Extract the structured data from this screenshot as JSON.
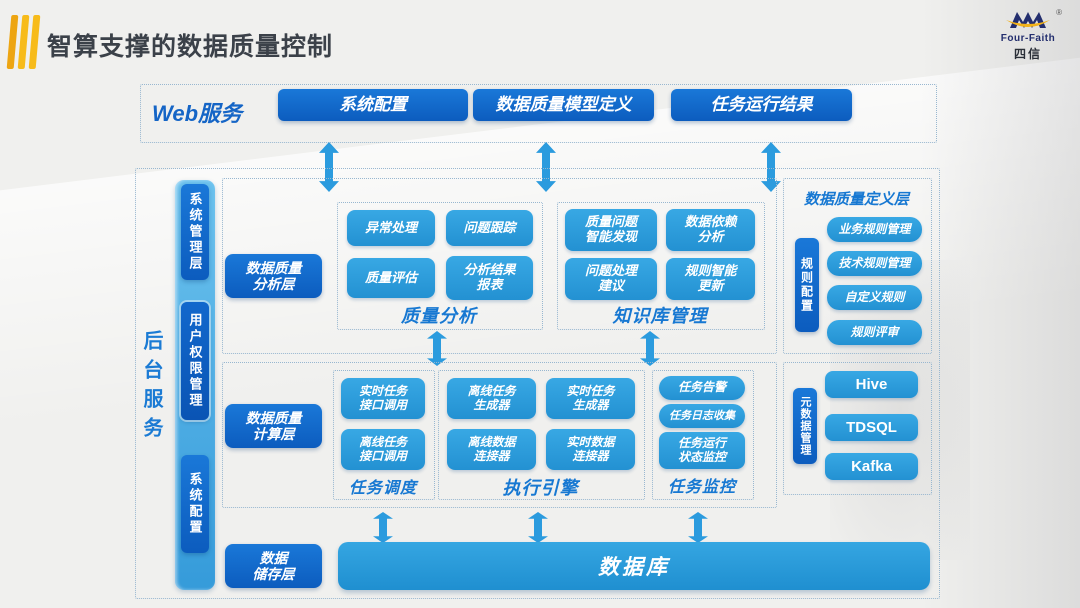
{
  "title": "智算支撑的数据质量控制",
  "logo": {
    "reg": "®",
    "brand_en": "Four-Faith",
    "brand_cn": "四信"
  },
  "web": {
    "label": "Web服务",
    "buttons": [
      "系统配置",
      "数据质量模型定义",
      "任务运行结果"
    ]
  },
  "backend": {
    "label": "后台服务",
    "sidebar_items": [
      "系统管理层",
      "用户权限管理",
      "系统配置"
    ]
  },
  "layers": {
    "analysis": "数据质量\n分析层",
    "compute": "数据质量\n计算层",
    "storage": "数据\n储存层"
  },
  "analysis_row": {
    "quality_group": {
      "label": "质量分析",
      "buttons": [
        "异常处理",
        "问题跟踪",
        "质量评估",
        "分析结果\n报表"
      ]
    },
    "knowledge_group": {
      "label": "知识库管理",
      "buttons": [
        "质量问题\n智能发现",
        "数据依赖\n分析",
        "问题处理\n建议",
        "规则智能\n更新"
      ]
    }
  },
  "compute_row": {
    "schedule_group": {
      "label": "任务调度",
      "buttons": [
        "实时任务\n接口调用",
        "离线任务\n接口调用"
      ]
    },
    "engine_group": {
      "label": "执行引擎",
      "buttons": [
        "离线任务\n生成器",
        "实时任务\n生成器",
        "离线数据\n连接器",
        "实时数据\n连接器"
      ]
    },
    "monitor_group": {
      "label": "任务监控",
      "buttons": [
        "任务告警",
        "任务日志收集",
        "任务运行\n状态监控"
      ]
    }
  },
  "definition_panel": {
    "title": "数据质量定义层",
    "side_label": "规则配置",
    "buttons": [
      "业务规则管理",
      "技术规则管理",
      "自定义规则",
      "规则评审"
    ]
  },
  "metadata_panel": {
    "side_label": "元数据管理",
    "buttons": [
      "Hive",
      "TDSQL",
      "Kafka"
    ]
  },
  "storage_row": {
    "db_label": "数据库"
  },
  "colors": {
    "deep_blue": "#0f66c5",
    "sky_blue": "#2d9fdd",
    "label_blue": "#1778d2",
    "accent_yellow": "#f7bb1a"
  }
}
